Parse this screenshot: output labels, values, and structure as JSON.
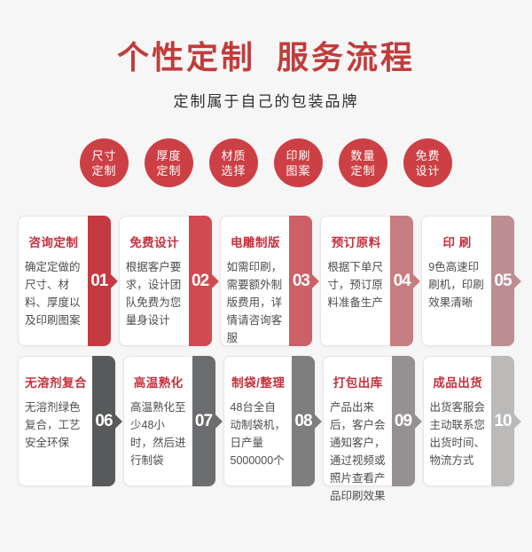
{
  "header": {
    "title": "个性定制  服务流程",
    "subtitle": "定制属于自己的包装品牌"
  },
  "badges": [
    {
      "line1": "尺寸",
      "line2": "定制"
    },
    {
      "line1": "厚度",
      "line2": "定制"
    },
    {
      "line1": "材质",
      "line2": "选择"
    },
    {
      "line1": "印刷",
      "line2": "图案"
    },
    {
      "line1": "数量",
      "line2": "定制"
    },
    {
      "line1": "免费",
      "line2": "设计"
    }
  ],
  "steps": [
    {
      "number": "01",
      "title": "咨询定制",
      "description": "确定定做的尺寸、材料、厚度以及印刷图案",
      "bar_color": "#c33a40"
    },
    {
      "number": "02",
      "title": "免费设计",
      "description": "根据客户要求，设计团队免费为您量身设计",
      "bar_color": "#d04a50"
    },
    {
      "number": "03",
      "title": "电雕制版",
      "description": "如需印刷，需要额外制版费用，详情请咨询客服",
      "bar_color": "#cd6066"
    },
    {
      "number": "04",
      "title": "预订原料",
      "description": "根据下单尺寸，预订原料准备生产",
      "bar_color": "#c67d81"
    },
    {
      "number": "05",
      "title": "印 刷",
      "description": "9色高速印刷机，印刷效果清晰",
      "bar_color": "#bc8e91"
    },
    {
      "number": "06",
      "title": "无溶剂复合",
      "description": "无溶剂绿色复合，工艺安全环保",
      "bar_color": "#58595b"
    },
    {
      "number": "07",
      "title": "高温熟化",
      "description": "高温熟化至少48小时，然后进行制袋",
      "bar_color": "#6b6c6e"
    },
    {
      "number": "08",
      "title": "制袋/整理",
      "description": "48台全自动制袋机，日产量5000000个",
      "bar_color": "#7d7e80"
    },
    {
      "number": "09",
      "title": "打包出库",
      "description": "产品出来后，客户会通知客户，通过视频或照片查看产品印刷效果",
      "bar_color": "#959192"
    },
    {
      "number": "10",
      "title": "成品出货",
      "description": "出货客服会主动联系您出货时间、物流方式",
      "bar_color": "#bcbab9"
    }
  ],
  "colors": {
    "page_bg": "#f7f6f6",
    "title_red": "#c13c3c",
    "badge_red": "#cc4045",
    "card_title_red": "#c5313d",
    "body_text": "#4d4d4d"
  }
}
